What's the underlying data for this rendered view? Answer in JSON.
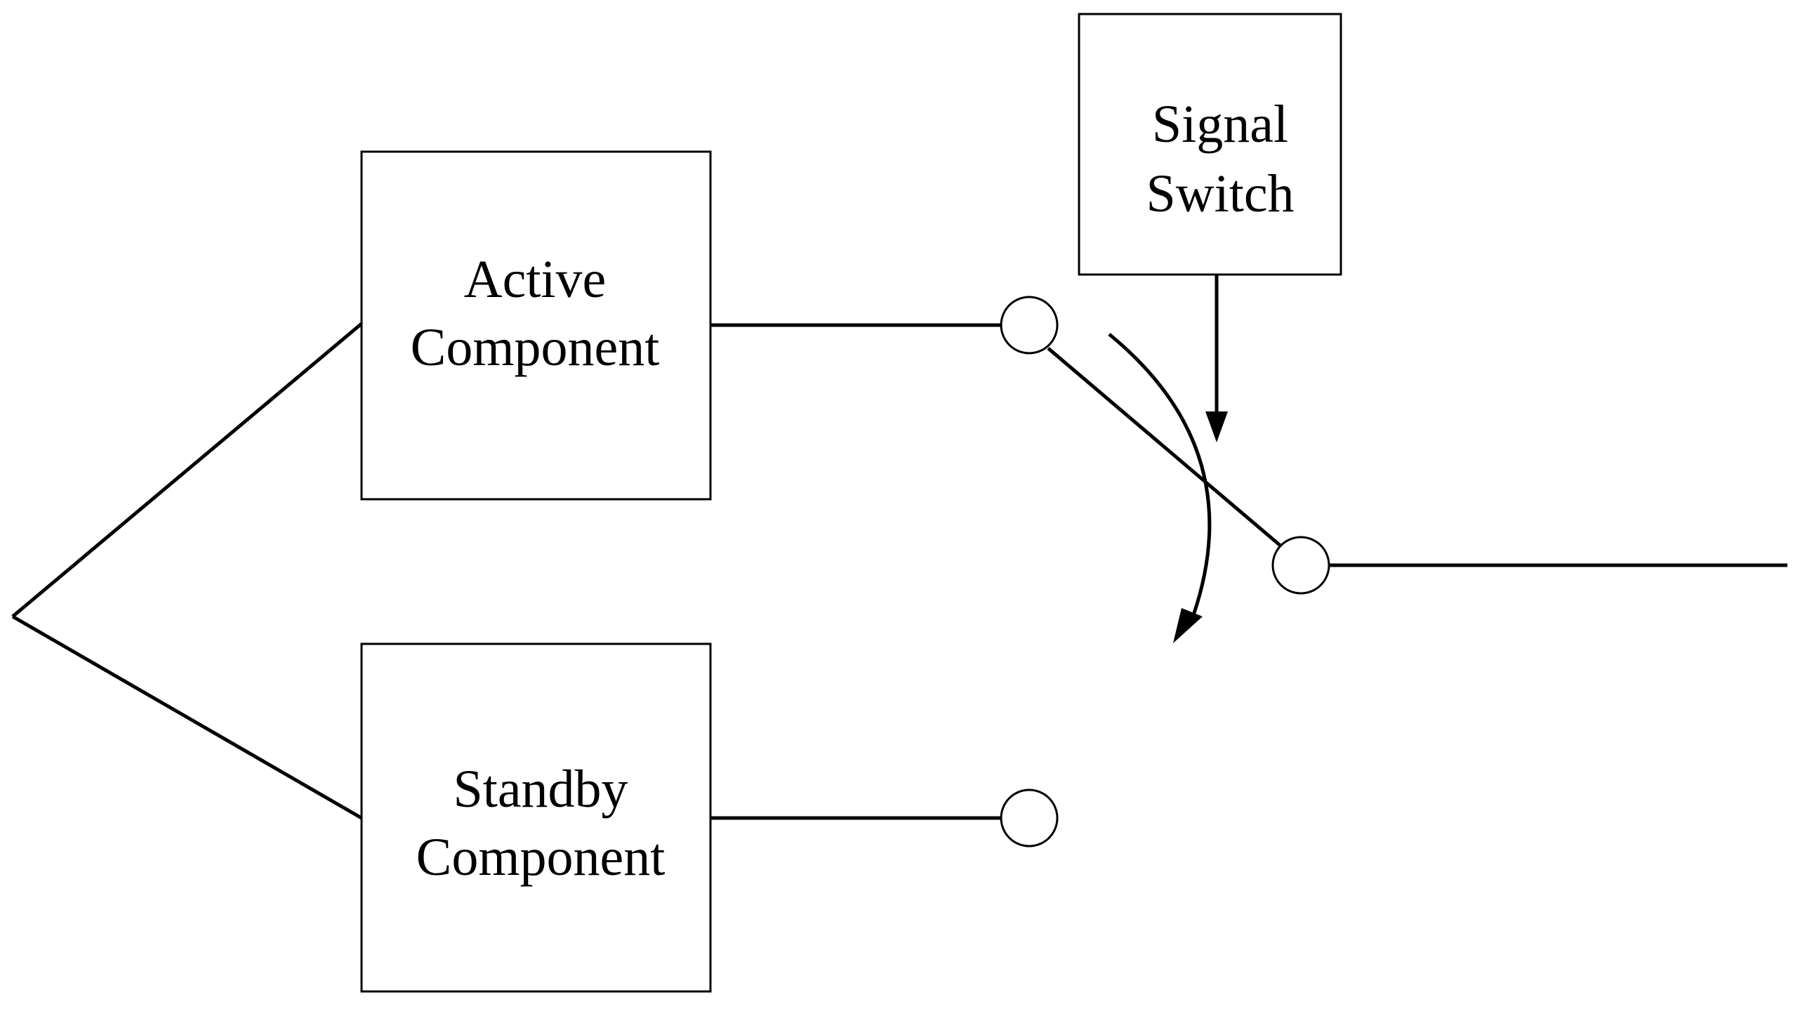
{
  "diagram": {
    "active_component": {
      "line1": "Active",
      "line2": "Component"
    },
    "standby_component": {
      "line1": "Standby",
      "line2": "Component"
    },
    "signal_switch": {
      "line1": "Signal",
      "line2": "Switch"
    }
  }
}
